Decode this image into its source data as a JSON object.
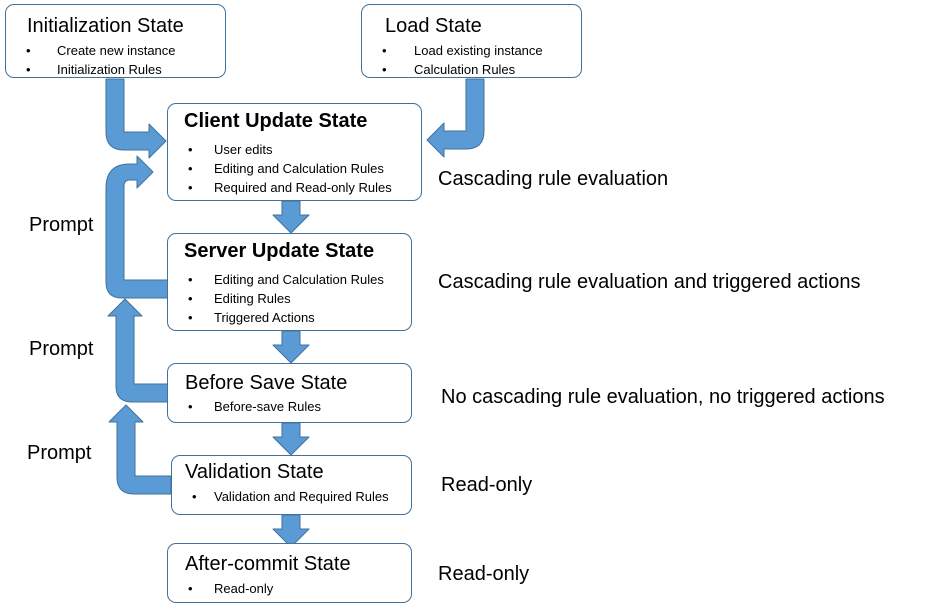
{
  "states": [
    {
      "id": "initialization",
      "title": "Initialization State",
      "bold": false,
      "items": [
        "Create new instance",
        "Initialization Rules"
      ]
    },
    {
      "id": "load",
      "title": "Load State",
      "bold": false,
      "items": [
        "Load existing instance",
        "Calculation Rules"
      ]
    },
    {
      "id": "client-update",
      "title": "Client Update State",
      "bold": true,
      "items": [
        "User edits",
        "Editing and Calculation Rules",
        "Required and Read-only Rules"
      ]
    },
    {
      "id": "server-update",
      "title": "Server Update State",
      "bold": true,
      "items": [
        "Editing and Calculation Rules",
        "Editing Rules",
        "Triggered Actions"
      ]
    },
    {
      "id": "before-save",
      "title": "Before Save State",
      "bold": false,
      "items": [
        "Before-save Rules"
      ]
    },
    {
      "id": "validation",
      "title": "Validation State",
      "bold": false,
      "items": [
        "Validation and Required Rules"
      ]
    },
    {
      "id": "after-commit",
      "title": "After-commit State",
      "bold": false,
      "items": [
        "Read-only"
      ]
    }
  ],
  "prompts": [
    "Prompt",
    "Prompt",
    "Prompt"
  ],
  "notes": [
    "Cascading rule evaluation",
    "Cascading rule evaluation and triggered actions",
    "No cascading rule evaluation, no triggered actions",
    "Read-only",
    "Read-only"
  ],
  "colors": {
    "arrow": "#5b9bd5",
    "arrow_stroke": "#41719c",
    "border": "#41719c"
  }
}
